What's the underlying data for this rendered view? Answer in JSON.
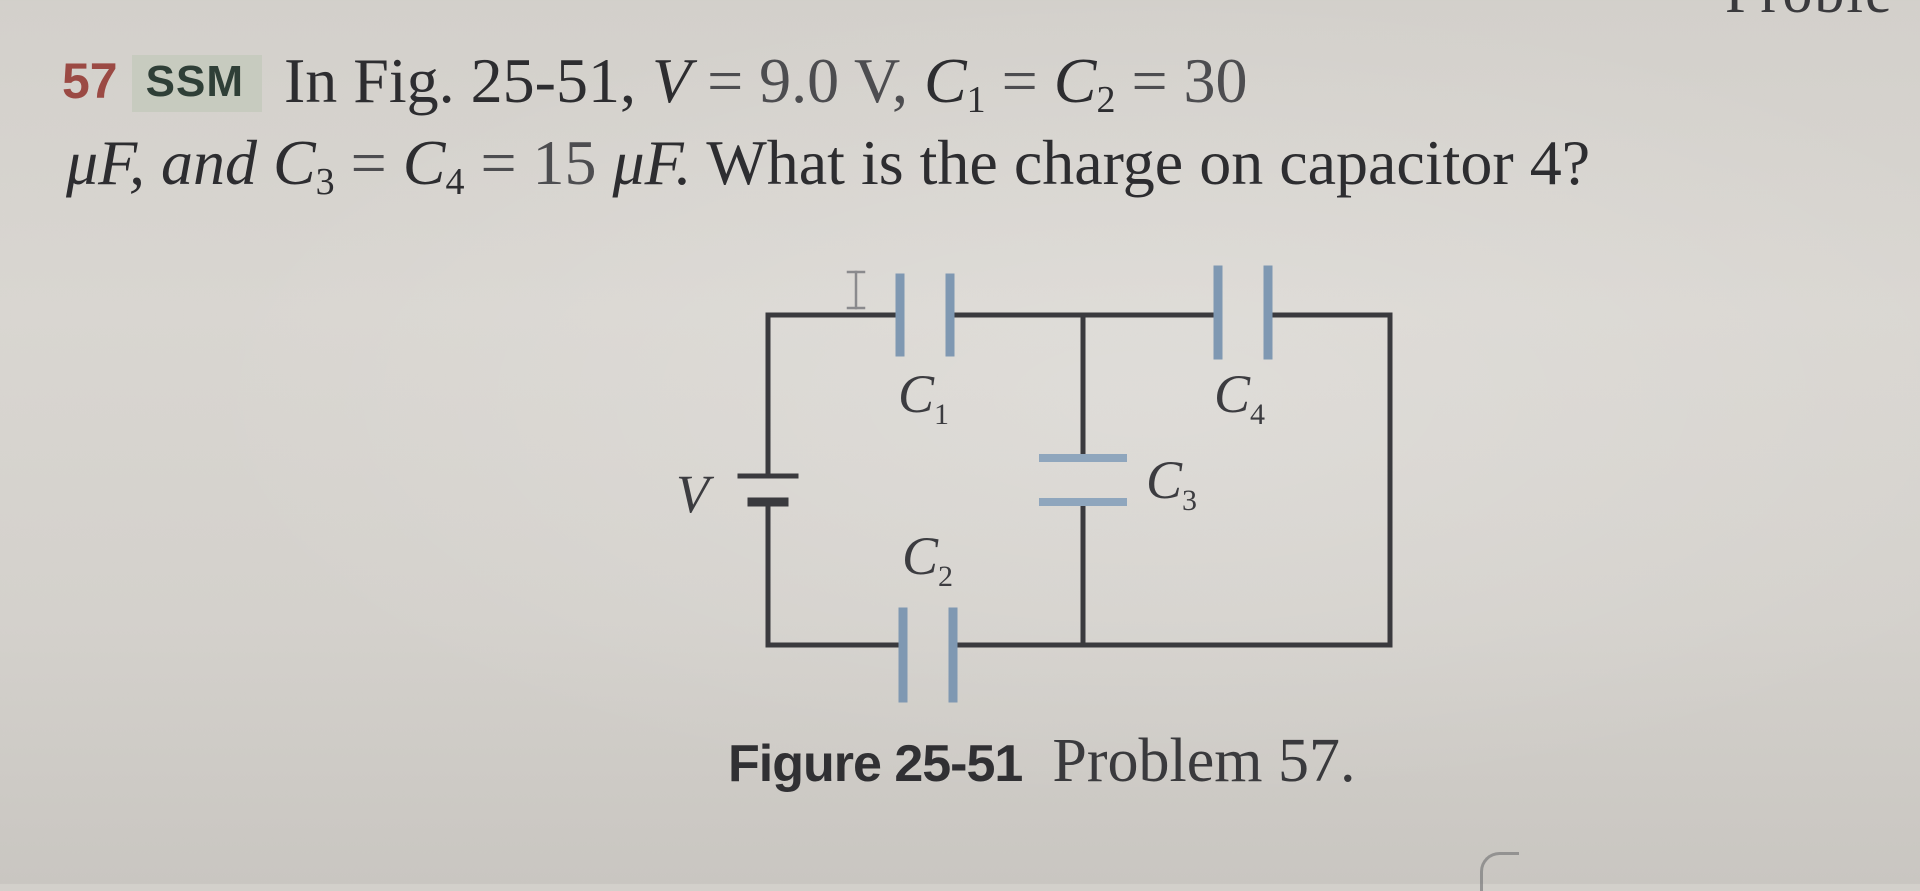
{
  "header": {
    "corner_text": "Proble"
  },
  "problem": {
    "number": "57",
    "badge": "SSM",
    "line1": {
      "intro": "In Fig. 25-51, ",
      "v_sym": "V",
      "v_value": " = 9.0 V, ",
      "c_sym": "C",
      "sub1": "1",
      "eq": " = ",
      "sub2": "2",
      "value": " = 30"
    },
    "line2": {
      "unit": "μF, and ",
      "c_sym": "C",
      "sub3": "3",
      "eq": " = ",
      "sub4": "4",
      "value": " = 15 ",
      "unit2": "μF.",
      "question": " What is the charge on capacitor 4?"
    }
  },
  "figure": {
    "labels": {
      "v": "V",
      "c": "C",
      "c1_sub": "1",
      "c2_sub": "2",
      "c3_sub": "3",
      "c4_sub": "4"
    },
    "colors": {
      "wire": "#3a3a3e",
      "plate": "#8fa6bd",
      "label": "#3c3c40"
    },
    "caption": {
      "label": "Figure 25-51",
      "text": "Problem 57."
    }
  }
}
